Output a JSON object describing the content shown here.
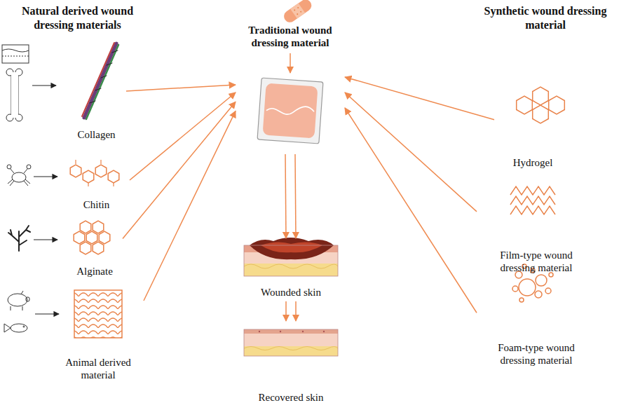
{
  "diagram": {
    "nodes": [
      {
        "text": [
          "Traditional wound dressing material"
        ]
      },
      {
        "text": [
          "Collagen"
        ]
      },
      {
        "text": [
          "Chitin"
        ]
      },
      {
        "text": [
          "Alginate"
        ]
      },
      {
        "text": [
          "Animal derived material"
        ]
      },
      {
        "text": [
          "Hydrogel"
        ]
      },
      {
        "text": [
          "Film-type wound dressing material"
        ]
      },
      {
        "text": [
          "Foam-type wound dressing material"
        ]
      },
      {
        "text": [
          "Wounded skin"
        ]
      },
      {
        "text": [
          "Recovered skin"
        ]
      }
    ],
    "edges": [
      {
        "from": 1,
        "to": 0,
        "arrow": "to"
      },
      {
        "from": 2,
        "to": 0,
        "arrow": "to"
      },
      {
        "from": 3,
        "to": 0,
        "arrow": "to"
      },
      {
        "from": 4,
        "to": 0,
        "arrow": "to"
      },
      {
        "from": 5,
        "to": 0,
        "arrow": "to"
      },
      {
        "from": 6,
        "to": 0,
        "arrow": "to"
      },
      {
        "from": 7,
        "to": 0,
        "arrow": "to"
      },
      {
        "from": 0,
        "to": 8,
        "arrow": "to"
      },
      {
        "from": 8,
        "to": 9,
        "arrow": "to"
      }
    ],
    "labels": [
      "Natural derived wound dressing materials",
      "Synthetic wound dressing material"
    ]
  }
}
